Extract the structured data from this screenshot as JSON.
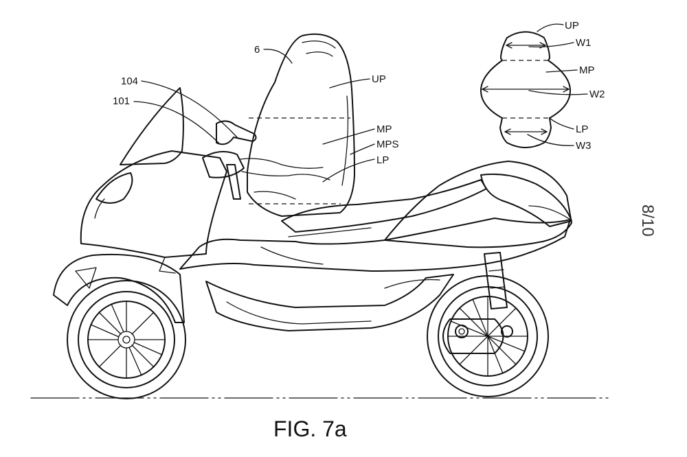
{
  "figure": {
    "caption": "FIG. 7a",
    "sheet": "8/10"
  },
  "labels": {
    "ref_6": "6",
    "ref_104": "104",
    "ref_101": "101",
    "up": "UP",
    "mp": "MP",
    "mps": "MPS",
    "lp": "LP"
  },
  "section": {
    "up": "UP",
    "w1": "W1",
    "mp": "MP",
    "w2": "W2",
    "lp": "LP",
    "w3": "W3"
  }
}
